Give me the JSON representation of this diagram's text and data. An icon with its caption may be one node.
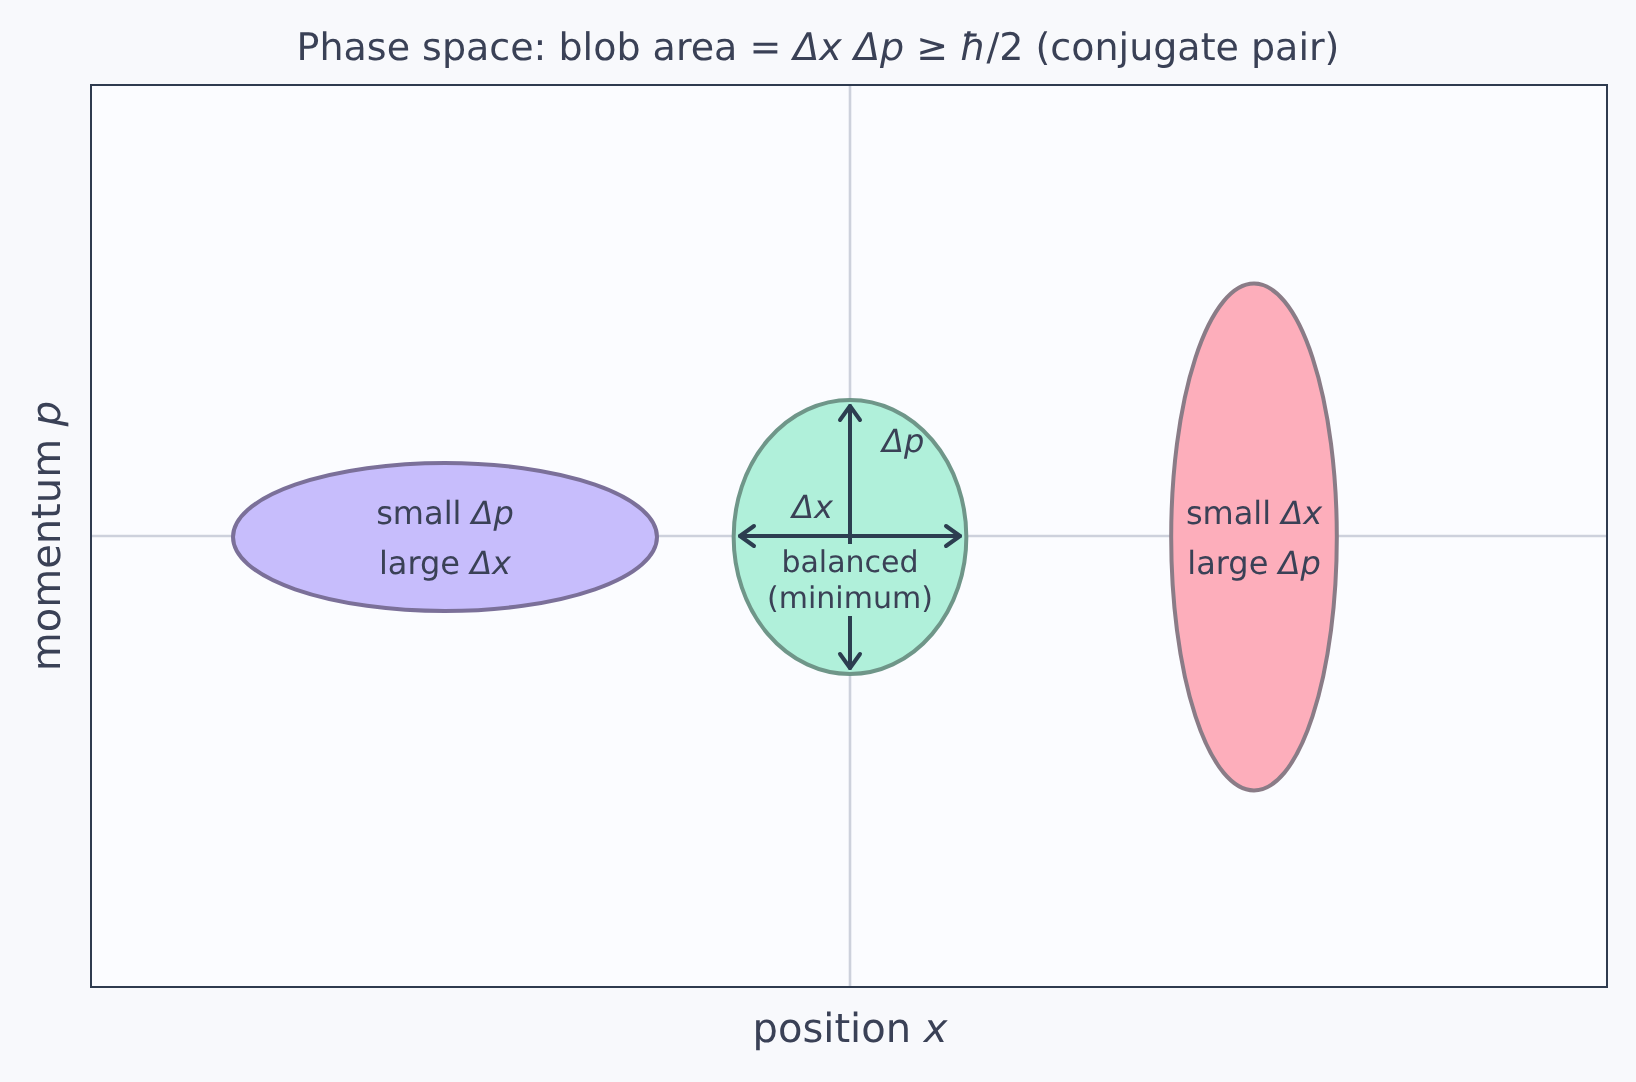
{
  "diagram": {
    "title": "Phase space: blob area = *Δx* *Δp* ≥ *ħ*/2 (conjugate pair)",
    "nodes": [
      {
        "text": [
          "small *Δp* large *Δx*"
        ]
      },
      {
        "text": [
          "*Δp*",
          "*Δx*",
          "balanced (minimum)"
        ]
      },
      {
        "text": [
          "small *Δx* large *Δp*"
        ]
      }
    ],
    "labels": [
      "momentum *p*",
      "position *x*"
    ]
  }
}
